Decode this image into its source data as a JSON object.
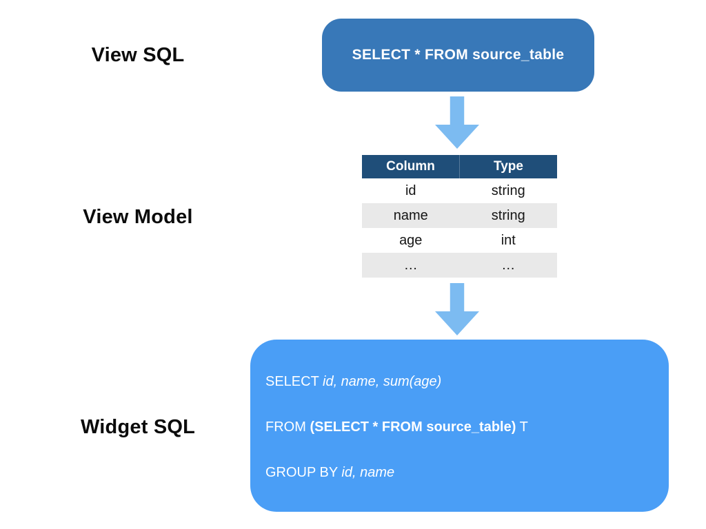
{
  "labels": {
    "view_sql": "View SQL",
    "view_model": "View Model",
    "widget_sql": "Widget SQL"
  },
  "view_sql_box": {
    "text": "SELECT * FROM source_table"
  },
  "model_table": {
    "headers": [
      "Column",
      "Type"
    ],
    "rows": [
      [
        "id",
        "string"
      ],
      [
        "name",
        "string"
      ],
      [
        "age",
        "int"
      ],
      [
        "…",
        "…"
      ]
    ]
  },
  "widget_sql_box": {
    "line1": {
      "keyword": "SELECT ",
      "fields": "id, name, sum(age)"
    },
    "line2": {
      "keyword": "FROM ",
      "subquery": "(SELECT * FROM source_table)",
      "alias": " T"
    },
    "line3": {
      "keyword": "GROUP BY ",
      "fields": "id, name"
    }
  },
  "icons": {
    "arrow_down_1": "down-arrow",
    "arrow_down_2": "down-arrow"
  },
  "colors": {
    "view_sql_box_fill": "#3878B8",
    "table_header_fill": "#1F4E79",
    "table_alt_row_fill": "#E9E9E9",
    "widget_box_fill": "#4A9EF6",
    "arrow_fill": "#7CBBF1",
    "text_on_blue": "#FFFFFF",
    "label_text": "#0B0B0B"
  }
}
